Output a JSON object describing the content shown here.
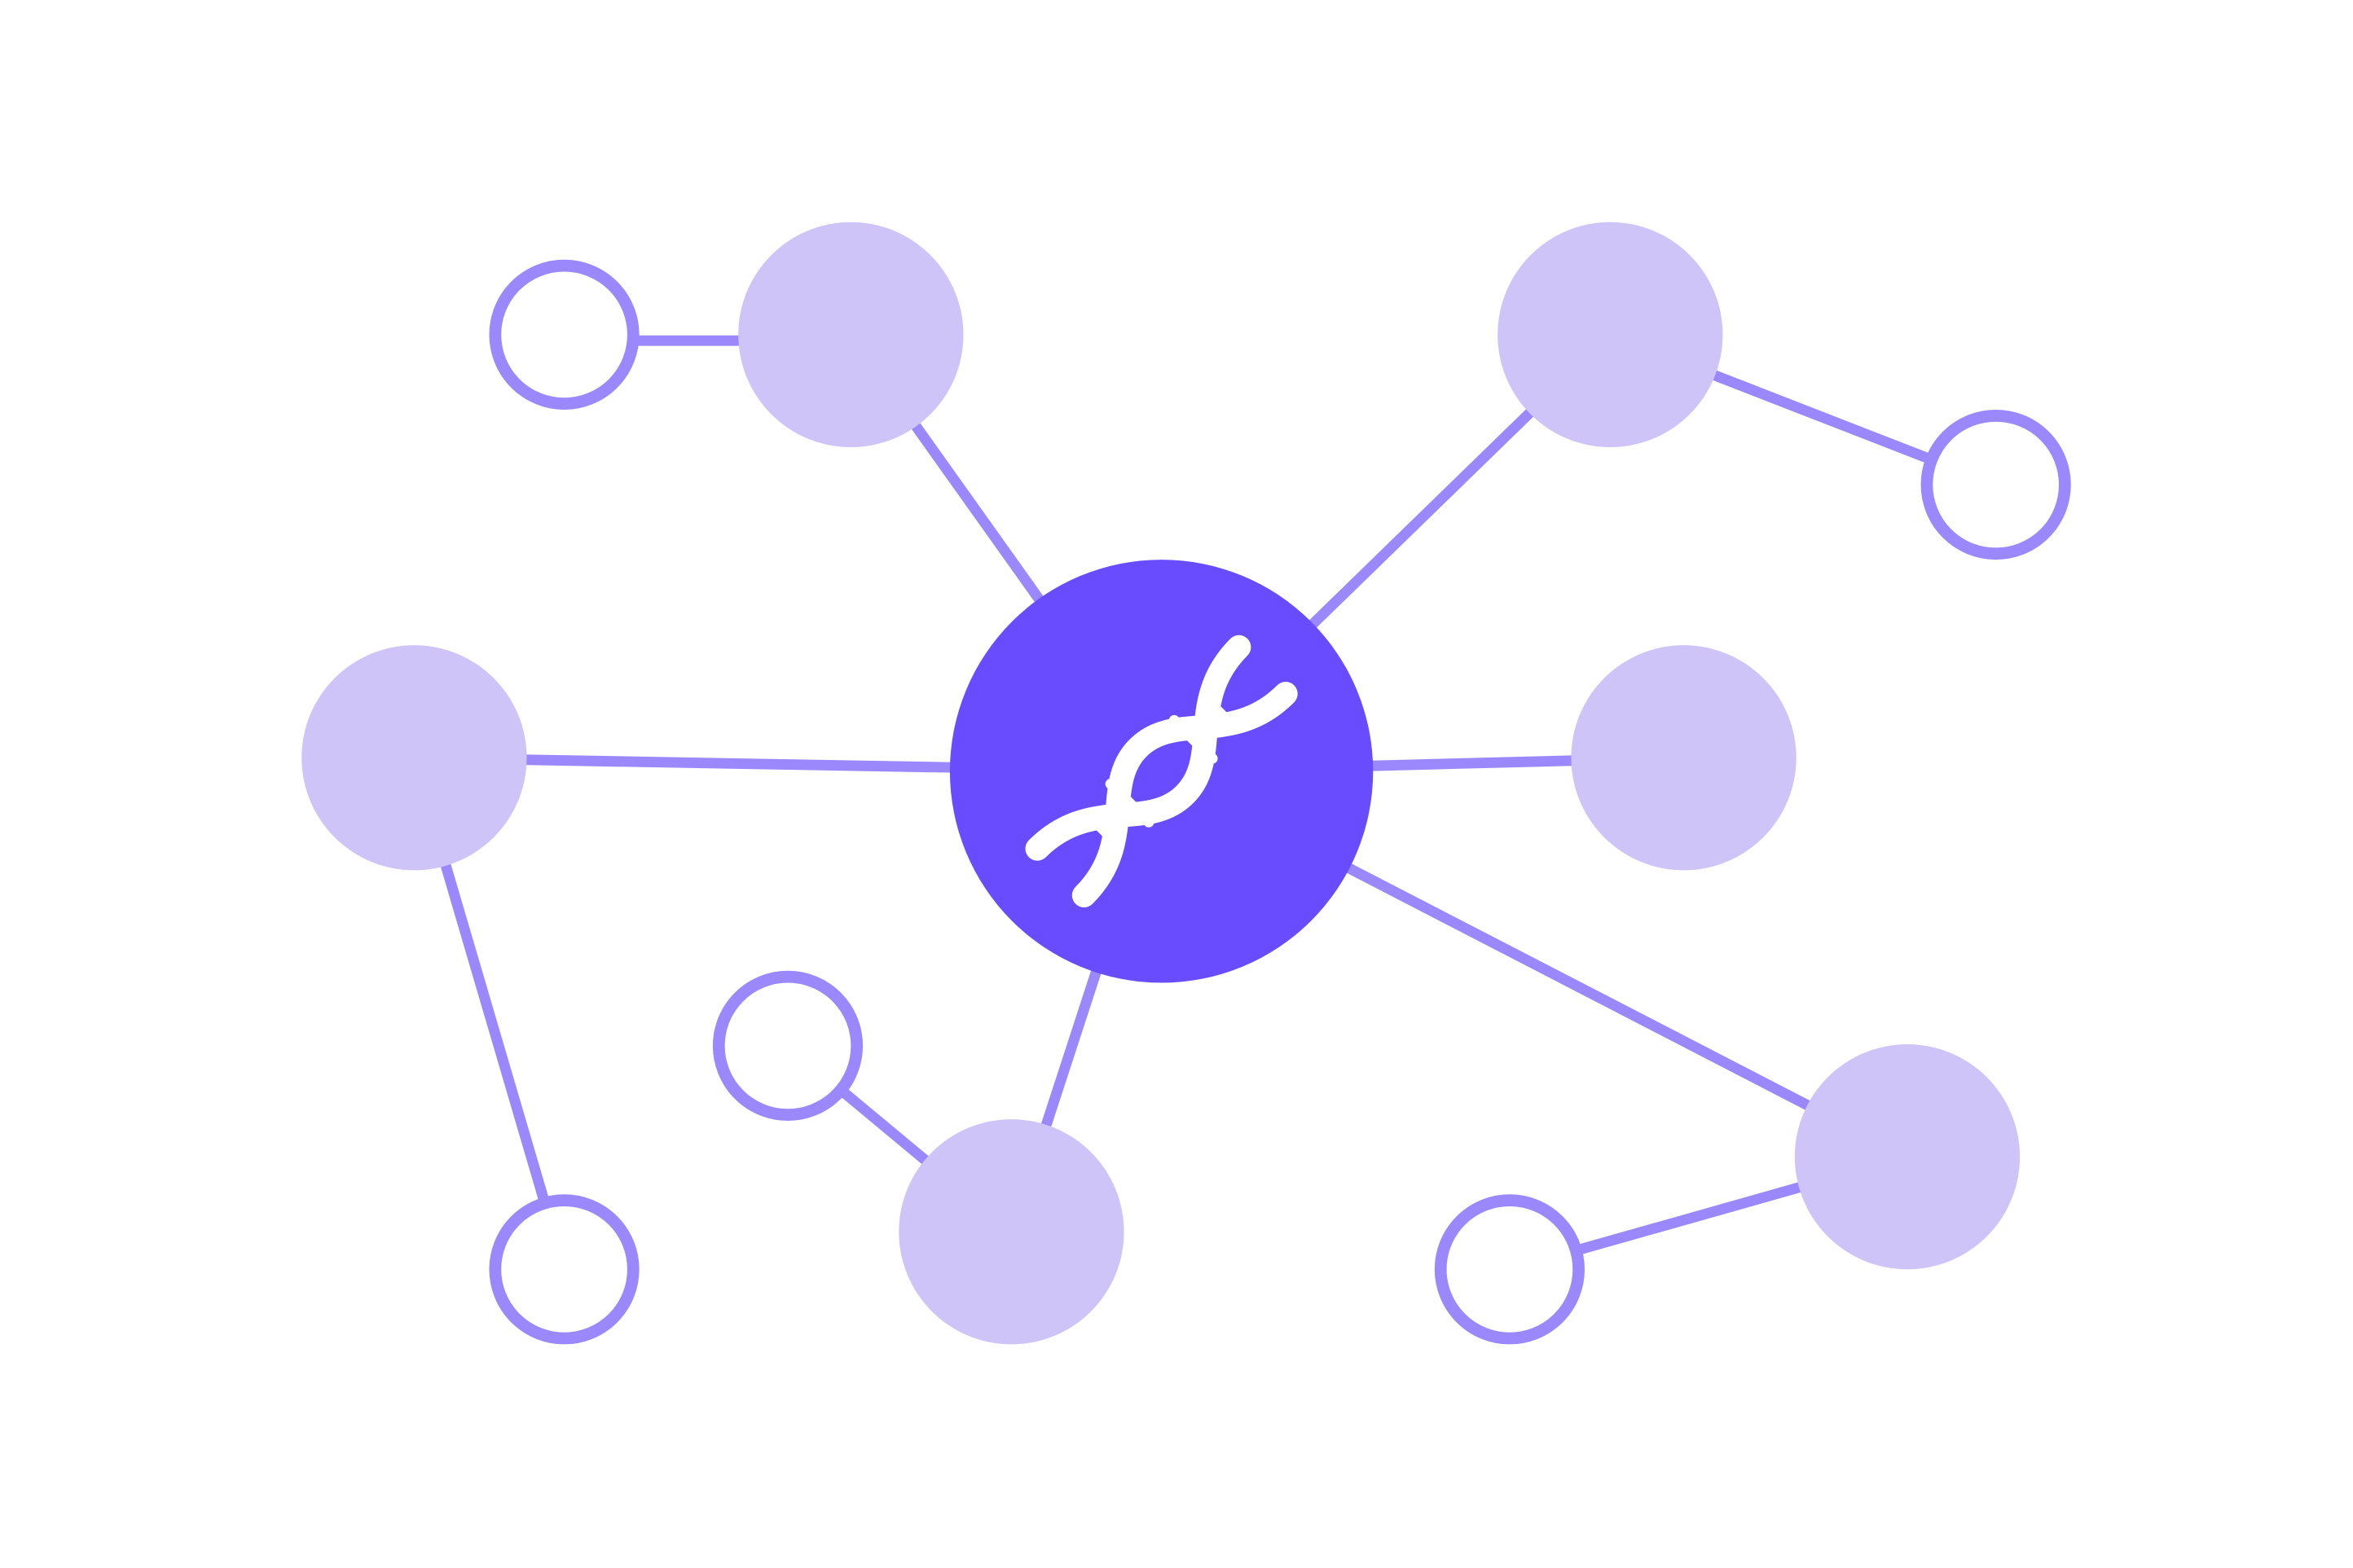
{
  "diagram": {
    "type": "network",
    "center_icon": "dna-icon",
    "colors": {
      "hub": "#6a4cff",
      "satellite": "#cec4f7",
      "edge": "#9b88fc",
      "leaf_fill": "#ffffff",
      "icon": "#ffffff"
    },
    "node_counts": {
      "hub": 1,
      "satellite": 6,
      "leaf": 5
    }
  }
}
